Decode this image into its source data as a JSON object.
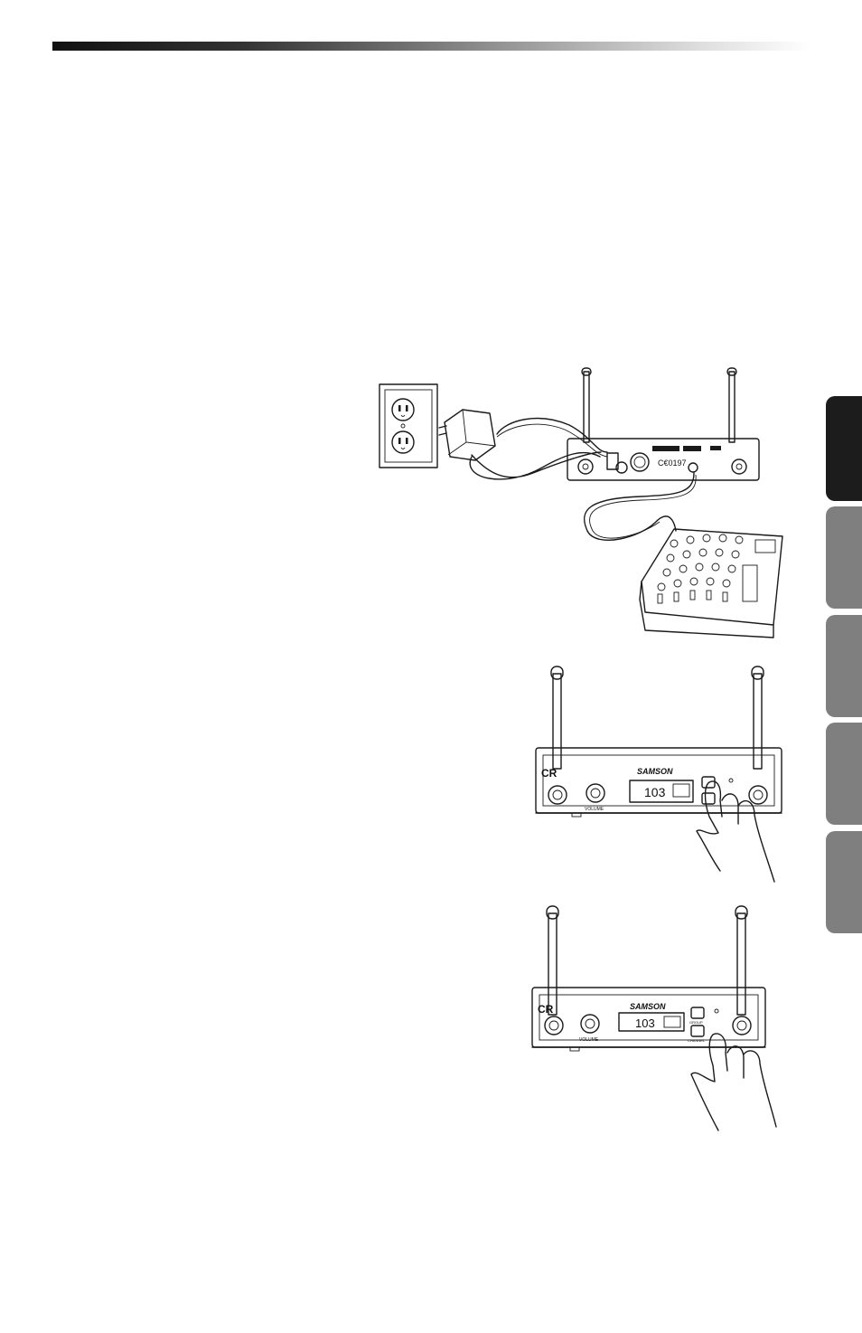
{
  "page": {
    "side_tabs": [
      {
        "state": "active"
      },
      {
        "state": "inactive"
      },
      {
        "state": "inactive"
      },
      {
        "state": "inactive"
      },
      {
        "state": "inactive"
      }
    ]
  },
  "figures": {
    "connection_diagram": {
      "outlet_label": "",
      "receiver_rear_ce_mark": "C€0197"
    },
    "receiver_front_1": {
      "brand": "SAMSON",
      "model_prefix": "CR",
      "display_value": "103",
      "knob_label": "VOLUME"
    },
    "receiver_front_2": {
      "brand": "SAMSON",
      "model_prefix": "CR",
      "display_value": "103",
      "knob_label": "VOLUME",
      "button_1_label": "GROUP",
      "button_2_label": "CHANNEL"
    }
  },
  "colors": {
    "tab_active": "#1c1c1c",
    "tab_inactive": "#7f7f7f",
    "ink": "#1a1a1a"
  }
}
